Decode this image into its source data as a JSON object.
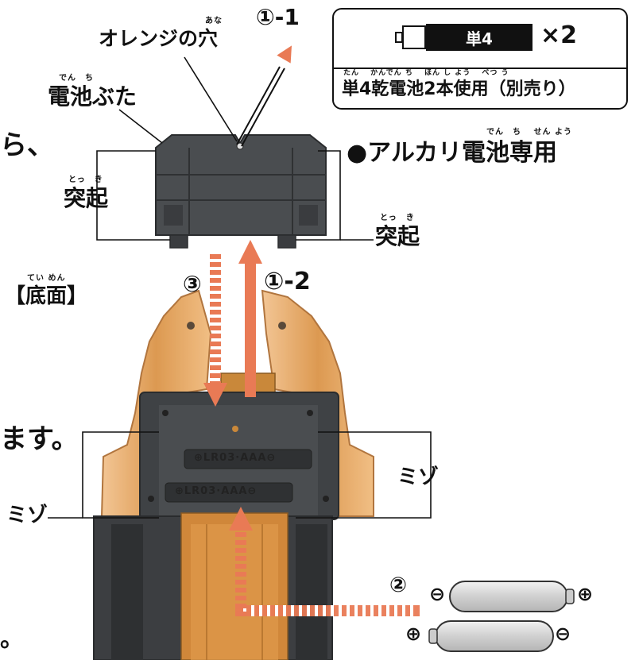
{
  "labels": {
    "orange_hole": "オレンジの穴",
    "orange_hole_ruby": "あな",
    "battery_cover": "電池ぶた",
    "battery_cover_ruby": "でん　ち",
    "left_cut_text": "ら、",
    "alkaline_only": "●アルカリ電池専用",
    "alkaline_only_ruby": "でん　ち　 せん よう",
    "protrusion_left": "突起",
    "protrusion_left_ruby": "とっ　き",
    "protrusion_right": "突起",
    "protrusion_right_ruby": "とっ　き",
    "bottom_face": "【底面】",
    "bottom_face_ruby": "てい めん",
    "left_cut_text2": "ます。",
    "groove_right": "ミゾ",
    "groove_left": "ミゾ",
    "left_cut_text3": "。"
  },
  "steps": {
    "step1_1": "①-1",
    "step1_2": "①-2",
    "step2": "②",
    "step3": "③"
  },
  "battery_box": {
    "type_label": "単4",
    "count": "×2",
    "usage": "単4乾電池2本使用（別売り）",
    "usage_ruby": "たん　  かんでん ち　     ほん し よう　 べつ う"
  },
  "battery_marking": "⊕LR03·AAA⊖",
  "polarity": {
    "minus": "⊖",
    "plus": "⊕"
  },
  "colors": {
    "arrow": "#e97a55",
    "cover": "#4a4d50",
    "body": "#3f4245",
    "amber": "#d8954a",
    "battery": "#d9d9d9"
  }
}
